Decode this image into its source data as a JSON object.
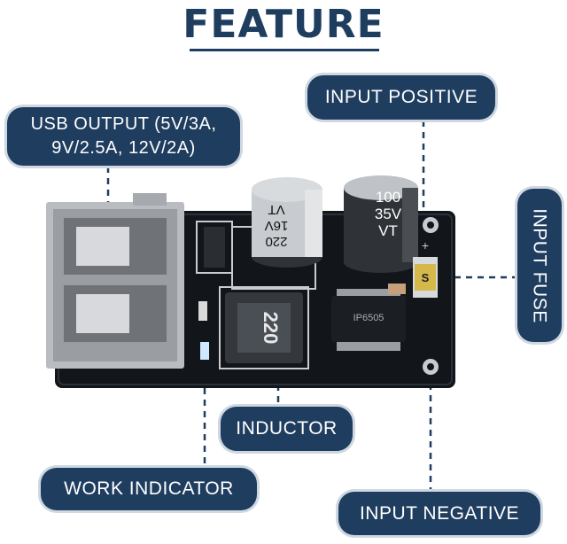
{
  "title": "FEATURE",
  "labels": {
    "usb_output": "USB OUTPUT (5V/3A,\n9V/2.5A, 12V/2A)",
    "input_positive": "INPUT POSITIVE",
    "input_fuse": "INPUT FUSE",
    "inductor": "INDUCTOR",
    "work_indicator": "WORK INDICATOR",
    "input_negative": "INPUT NEGATIVE"
  },
  "components": {
    "cap1": [
      "VT",
      "16V",
      "220"
    ],
    "cap2": [
      "100",
      "35V",
      "VT"
    ],
    "inductor_marking": "220",
    "ic_marking": "IP6505",
    "fuse_marking": "S",
    "plus_sign": "+"
  },
  "colors": {
    "label_bg": "#1f3d5f",
    "board": "#101418",
    "accent_outline": "#cfd8e2"
  }
}
